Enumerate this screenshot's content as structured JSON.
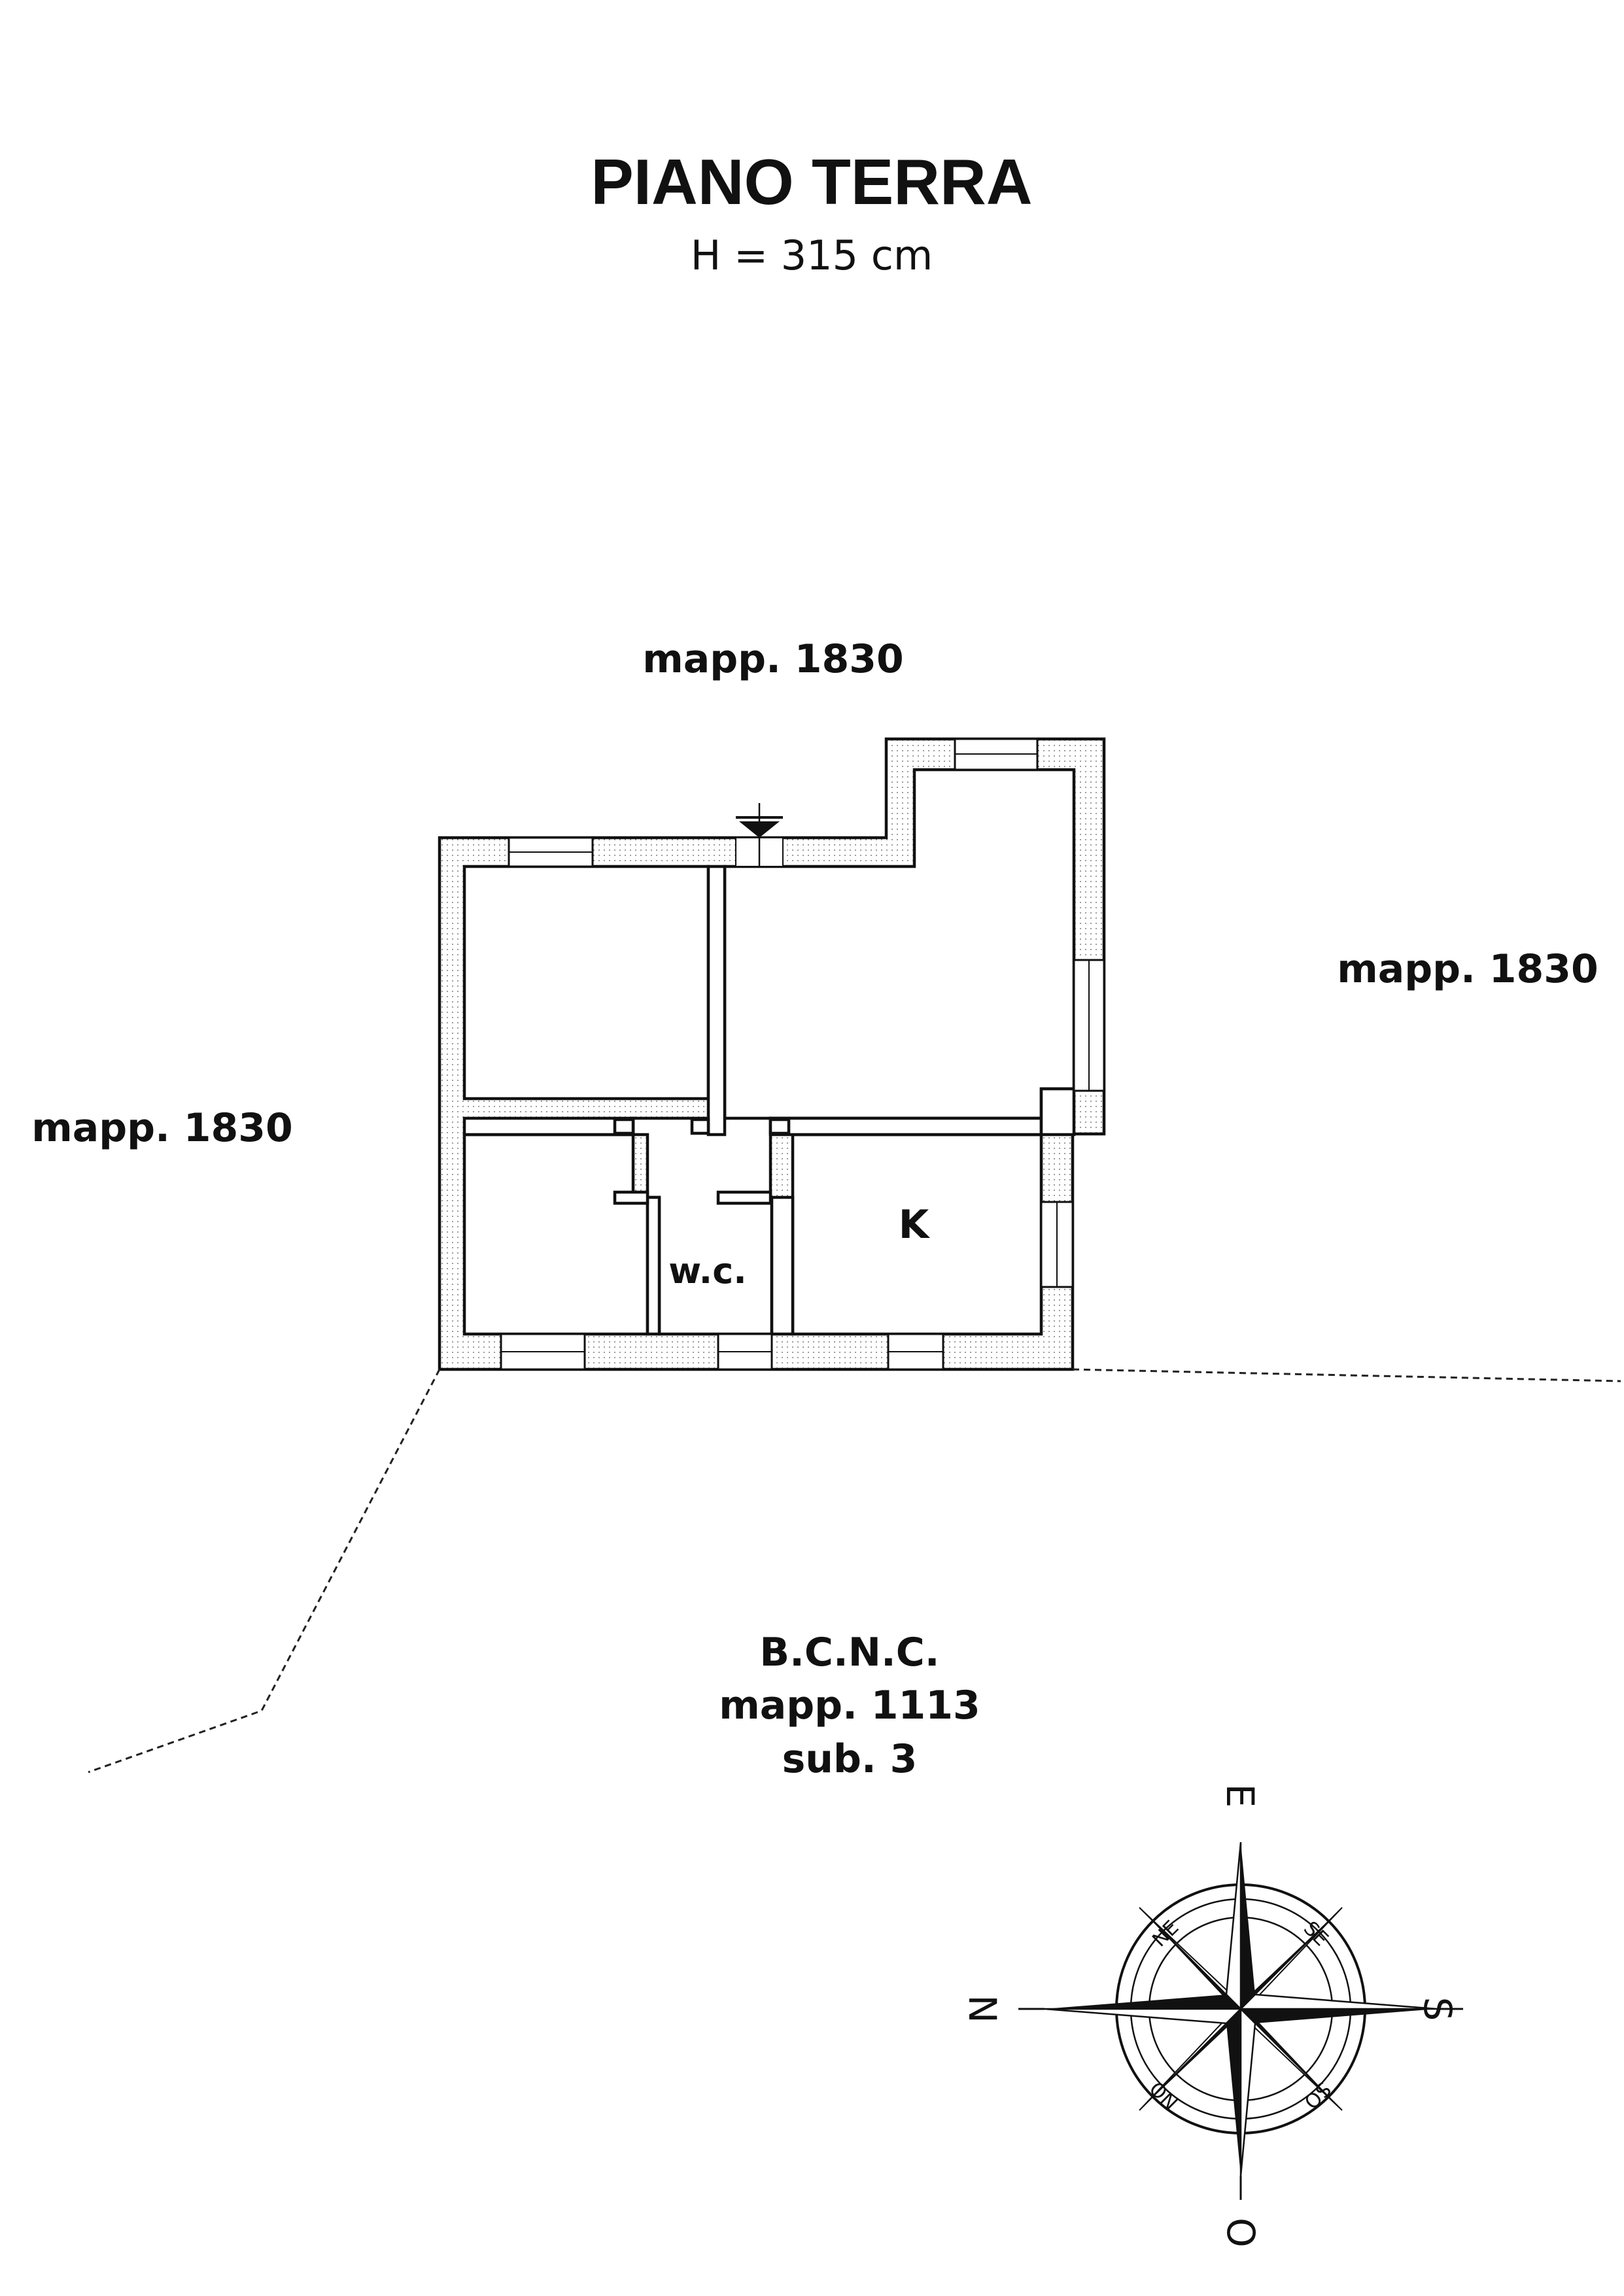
{
  "title": "PIANO TERRA",
  "height_label": "H = 315 cm",
  "labels": {
    "top": "mapp. 1830",
    "right": "mapp. 1830",
    "left": "mapp. 1830",
    "kitchen": "K",
    "wc": "w.c.",
    "common_line1": "B.C.N.C.",
    "common_line2": "mapp. 1113",
    "common_line3": "sub. 3"
  },
  "compass": {
    "top": "E",
    "bottom": "O",
    "left": "N",
    "right": "S",
    "ne": "NE",
    "se": "SE",
    "no": "NO",
    "so": "SO"
  }
}
